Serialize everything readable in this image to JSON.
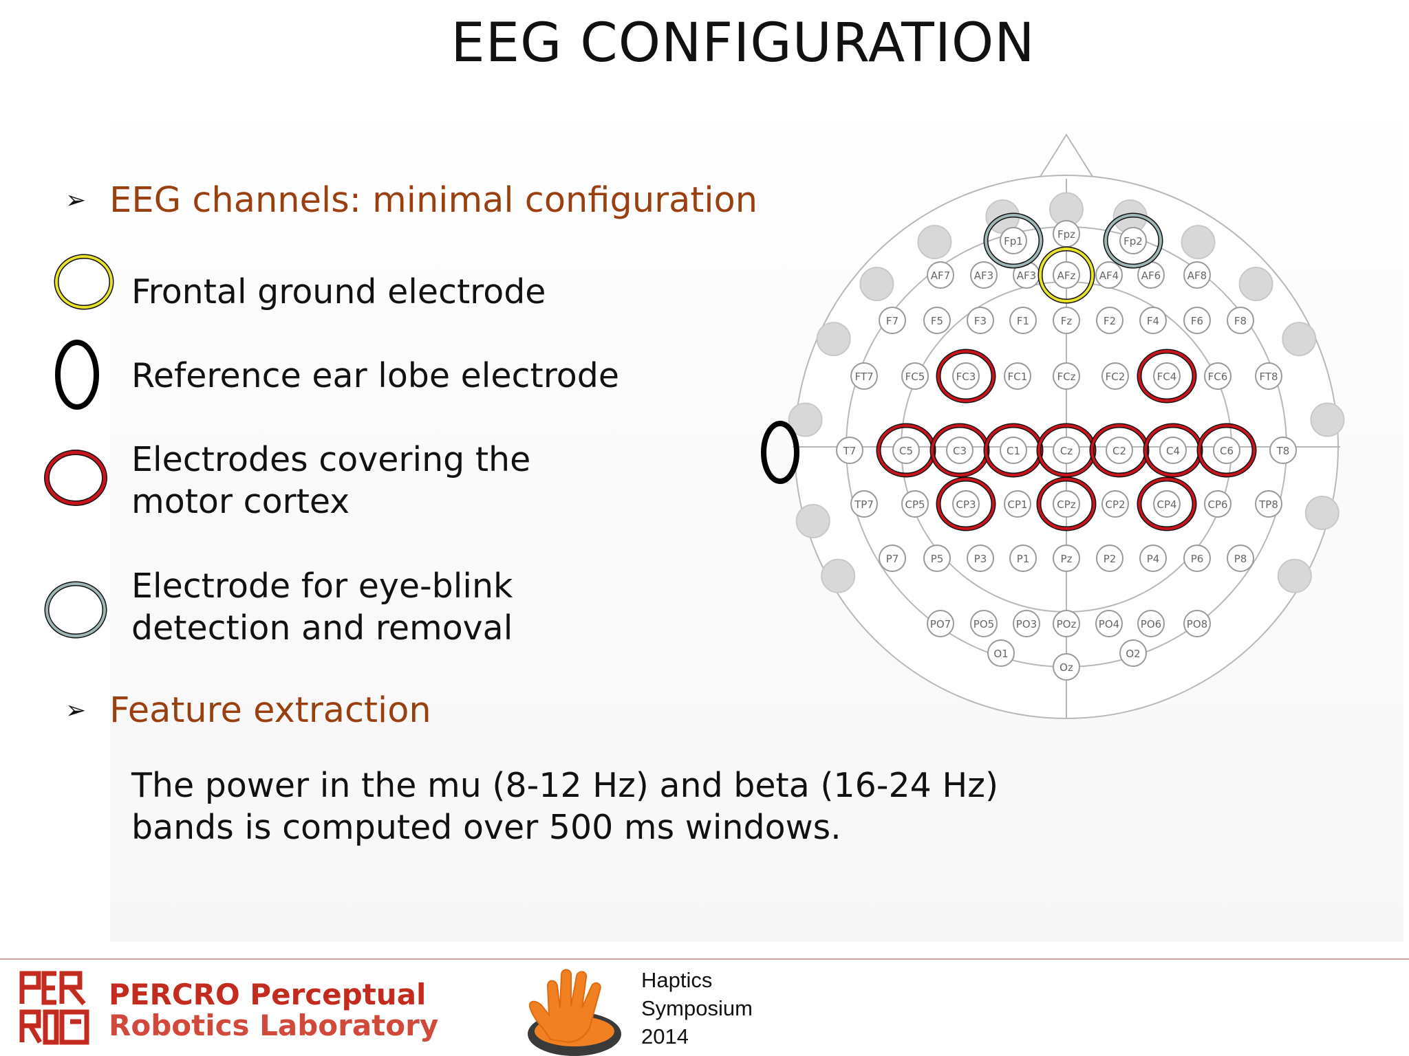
{
  "title": "EEG CONFIGURATION",
  "bullets": {
    "channels": "EEG channels: minimal configuration",
    "features": "Feature extraction"
  },
  "legend": {
    "ground": "Frontal ground electrode",
    "reference": "Reference ear lobe electrode",
    "motor_line1": "Electrodes covering the",
    "motor_line2": "motor cortex",
    "eye_line1": "Electrode for eye-blink",
    "eye_line2": "detection and removal"
  },
  "feature_text": {
    "line1": "The power in the mu (8-12 Hz) and beta (16-24 Hz)",
    "line2": "bands is computed over 500 ms windows."
  },
  "colors": {
    "bullet_heading": "#9a3f10",
    "ground_ring": "#e8e22a",
    "motor_ring": "#c8141c",
    "eye_ring": "#9fb6b6",
    "reference_ring": "#000000"
  },
  "electrodes": {
    "frontal_row": [
      "Fp1",
      "Fpz",
      "Fp2"
    ],
    "af_row": [
      "AF7",
      "AF3",
      "AF3",
      "AFz",
      "AF4",
      "AF6",
      "AF8"
    ],
    "f_row": [
      "F7",
      "F5",
      "F3",
      "F1",
      "Fz",
      "F2",
      "F4",
      "F6",
      "F8"
    ],
    "fc_row": [
      "FT7",
      "FC5",
      "FC3",
      "FC1",
      "FCz",
      "FC2",
      "FC4",
      "FC6",
      "FT8"
    ],
    "c_row": [
      "T7",
      "C5",
      "C3",
      "C1",
      "Cz",
      "C2",
      "C4",
      "C6",
      "T8"
    ],
    "cp_row": [
      "TP7",
      "CP5",
      "CP3",
      "CP1",
      "CPz",
      "CP2",
      "CP4",
      "CP6",
      "TP8"
    ],
    "p_row": [
      "P7",
      "P5",
      "P3",
      "P1",
      "Pz",
      "P2",
      "P4",
      "P6",
      "P8"
    ],
    "po_row": [
      "PO7",
      "PO5",
      "PO3",
      "POz",
      "PO4",
      "PO6",
      "PO8"
    ],
    "o_row": [
      "O1",
      "Oz",
      "O2"
    ],
    "ground": [
      "AFz"
    ],
    "eye_blink": [
      "Fp1",
      "Fp2"
    ],
    "motor": [
      "FC3",
      "FC4",
      "C5",
      "C3",
      "C1",
      "Cz",
      "C2",
      "C4",
      "C6",
      "CP3",
      "CPz",
      "CP4"
    ]
  },
  "footer": {
    "lab_line1": "PERCRO Perceptual",
    "lab_line2": "Robotics Laboratory",
    "logo_letters": "PERCRO",
    "symp_line1": "Haptics",
    "symp_line2": "Symposium",
    "symp_line3": "2014"
  }
}
